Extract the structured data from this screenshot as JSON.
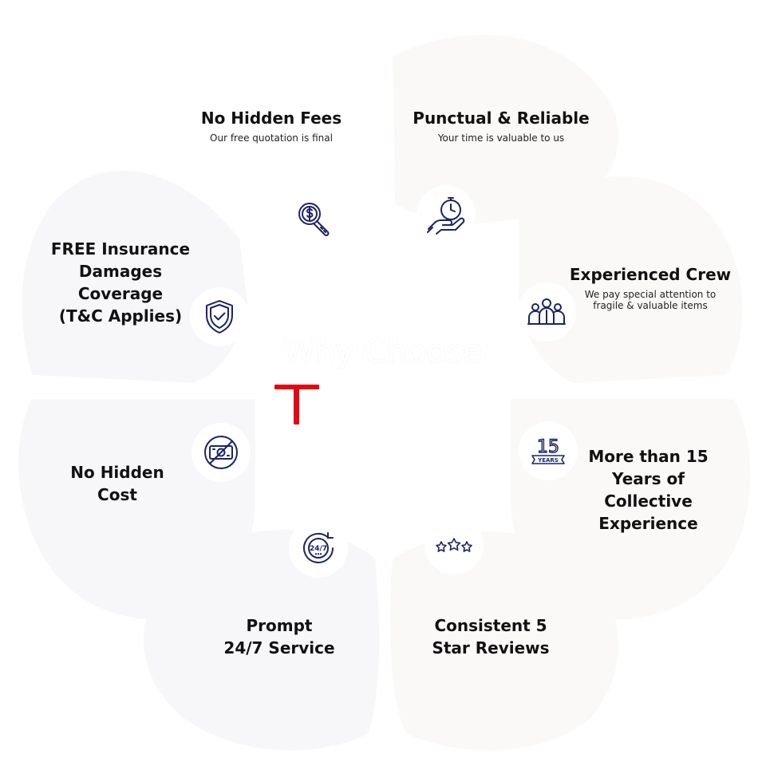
{
  "center": {
    "title": "Why Choose",
    "logo_color": "#e30613"
  },
  "colors": {
    "icon_stroke": "#1c2466",
    "petal_fill": "#f7f7f9",
    "text": "#111111"
  },
  "features": {
    "no_hidden_fees": {
      "title": "No Hidden Fees",
      "desc": "Our free quotation is final",
      "icon": "magnifier-dollar-icon"
    },
    "punctual": {
      "title": "Punctual & Reliable",
      "desc": "Your time is valuable to us",
      "icon": "hand-stopwatch-icon"
    },
    "crew": {
      "title": "Experienced Crew",
      "desc_line1": "We pay special attention to",
      "desc_line2": "fragile & valuable items",
      "icon": "team-people-icon"
    },
    "years": {
      "line1": "More than 15",
      "line2": "Years of",
      "line3": "Collective",
      "line4": "Experience",
      "icon": "fifteen-years-badge-icon",
      "badge_number": "15",
      "badge_label": "YEARS"
    },
    "reviews": {
      "line1": "Consistent 5",
      "line2": "Star Reviews",
      "icon": "stars-icon"
    },
    "prompt": {
      "line1": "Prompt",
      "line2": "24/7 Service",
      "icon": "clock-24-7-icon",
      "badge_text": "24/7"
    },
    "no_hidden_cost": {
      "line1": "No Hidden",
      "line2": "Cost",
      "icon": "no-money-icon"
    },
    "insurance": {
      "line1": "FREE Insurance",
      "line2": "Damages",
      "line3": "Coverage",
      "line4": "(T&C Applies)",
      "icon": "shield-check-icon"
    }
  }
}
